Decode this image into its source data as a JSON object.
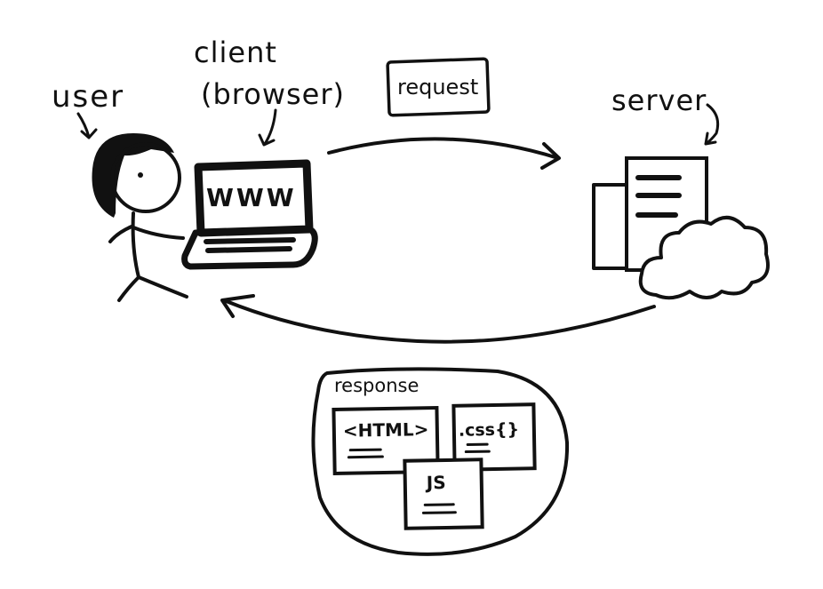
{
  "labels": {
    "user": "user",
    "client_line1": "client",
    "client_line2": "(browser)",
    "request": "request",
    "server": "server",
    "response": "response"
  },
  "laptop": {
    "screen_text": "WWW"
  },
  "response_files": {
    "html": "<HTML>",
    "css": ".css{}",
    "js": "JS"
  },
  "colors": {
    "ink": "#111111",
    "background": "#ffffff"
  }
}
